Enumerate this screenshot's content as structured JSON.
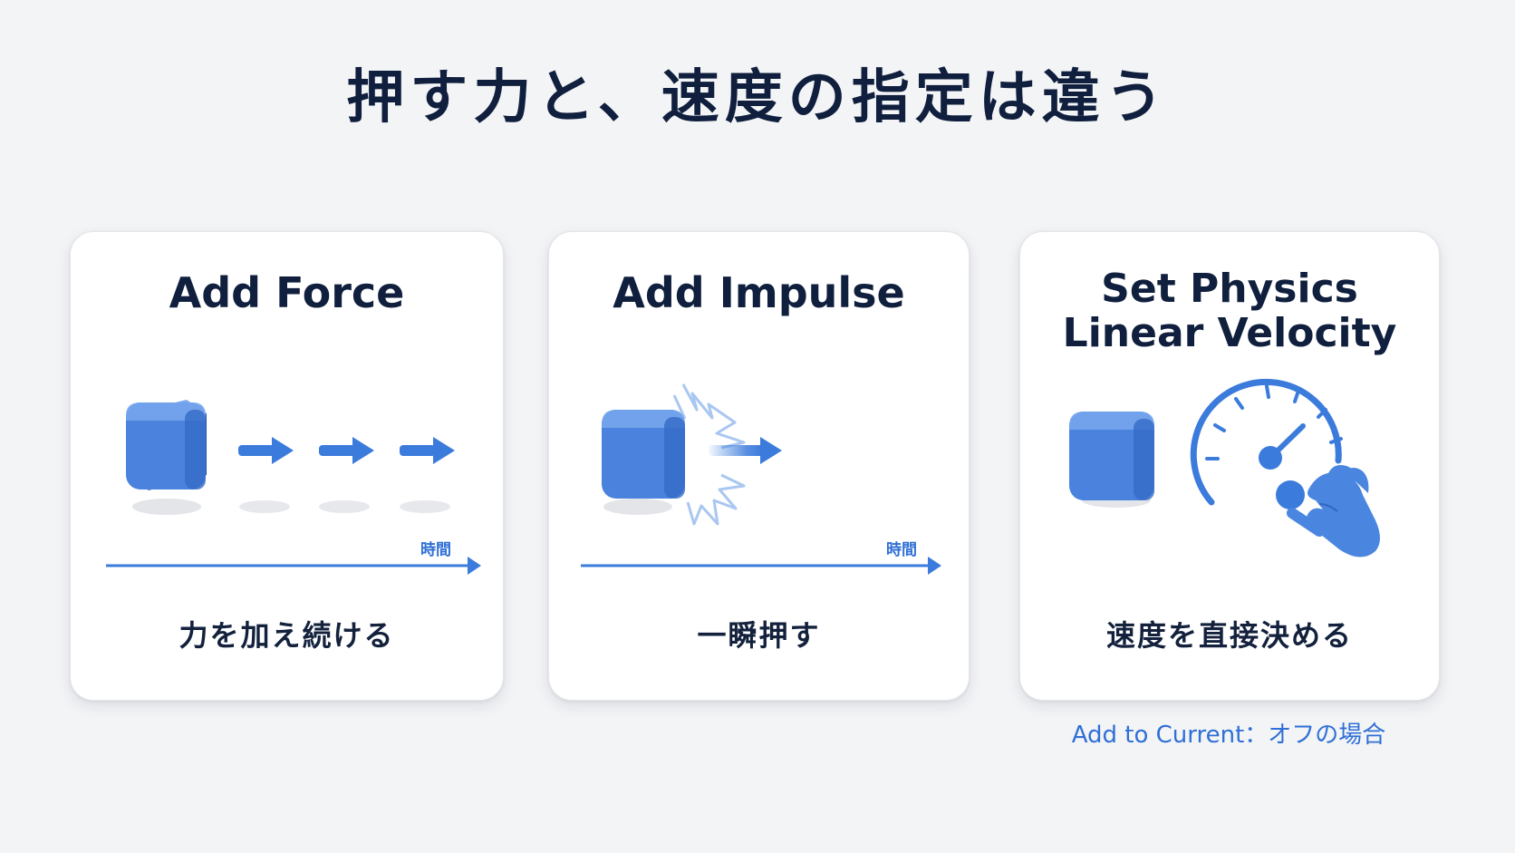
{
  "title": "押す力と、速度の指定は違う",
  "cards": [
    {
      "title_lines": [
        "Add Force"
      ],
      "axis_label": "時間",
      "caption": "力を加え続ける"
    },
    {
      "title_lines": [
        "Add Impulse"
      ],
      "axis_label": "時間",
      "caption": "一瞬押す"
    },
    {
      "title_lines": [
        "Set Physics",
        "Linear Velocity"
      ],
      "caption": "速度を直接決める",
      "note": "Add to Current：オフの場合"
    }
  ],
  "colors": {
    "accent": "#2f6fd6",
    "cube": "#4f86de",
    "title": "#0f1f3d",
    "background": "#f3f4f6"
  },
  "icons": [
    "cube-icon",
    "arrow-right-icon",
    "impact-burst-icon",
    "speedometer-icon",
    "hand-icon"
  ]
}
